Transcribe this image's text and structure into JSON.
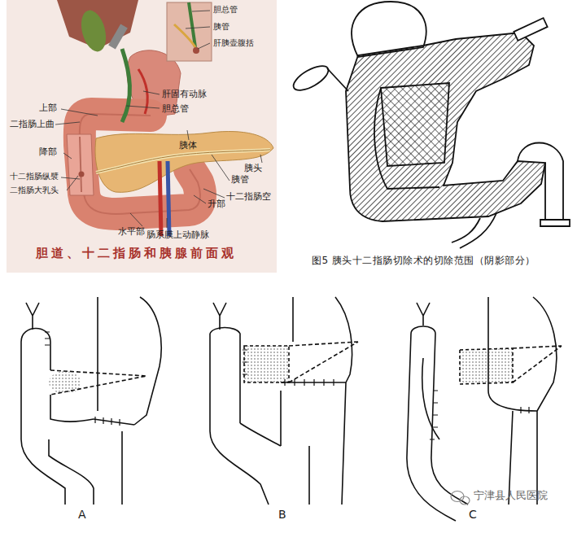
{
  "diagram": {
    "labels": [
      "胆总管",
      "胰管",
      "肝胰壶腹括",
      "肝固有动脉",
      "胆总管",
      "上部",
      "二指肠上曲",
      "胰体",
      "降部",
      "胰头",
      "十二指肠纵襞",
      "二指肠大乳头",
      "胰管",
      "十二指肠空",
      "升部",
      "肠系膜上动静脉",
      "水平部",
      "胆道、十二指肠和胰腺前面观",
      "图5 胰头十二指肠切除术的切除范围（阴影部分）",
      "A",
      "B",
      "C",
      "宁津县人民医院"
    ]
  }
}
